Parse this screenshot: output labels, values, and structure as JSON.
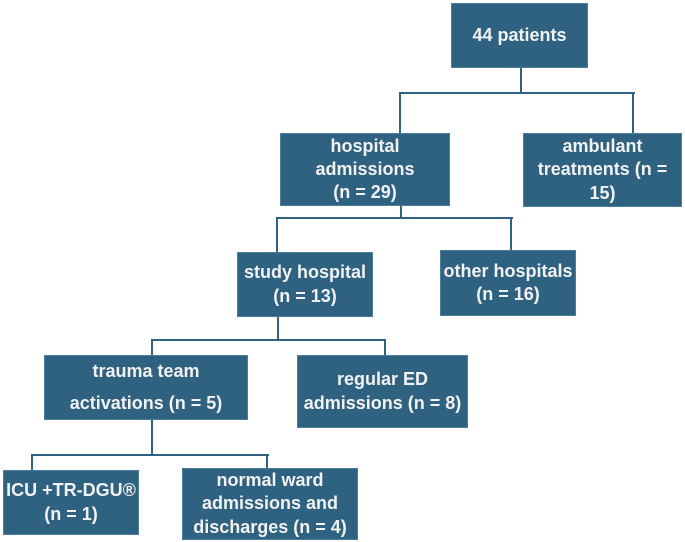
{
  "figure": {
    "type": "flowchart",
    "description": "Patient flow diagram",
    "colors": {
      "box_fill": "#2E6280",
      "box_border": "#4A7E9D",
      "connector": "#2E6280",
      "text": "#F2F2F2",
      "background": "#FFFFFF"
    },
    "nodes": [
      {
        "id": "patients-total",
        "label": "44 patients",
        "n": 44
      },
      {
        "id": "hospital-admissions",
        "label": "hospital admissions\n(n = 29)",
        "n": 29
      },
      {
        "id": "ambulant-treatments",
        "label": "ambulant\ntreatments (n = 15)",
        "n": 15
      },
      {
        "id": "study-hospital",
        "label": "study hospital\n(n = 13)",
        "n": 13
      },
      {
        "id": "other-hospitals",
        "label": "other hospitals\n(n = 16)",
        "n": 16
      },
      {
        "id": "trauma-team",
        "label": "trauma team\nactivations (n = 5)",
        "n": 5
      },
      {
        "id": "regular-ed",
        "label": "regular ED\nadmissions (n = 8)",
        "n": 8
      },
      {
        "id": "icu-tr-dgu",
        "label": "ICU +TR-DGU®\n(n = 1)",
        "n": 1
      },
      {
        "id": "normal-ward",
        "label": "normal ward\nadmissions and\ndischarges (n = 4)",
        "n": 4
      }
    ],
    "edges": [
      {
        "from": "patients-total",
        "to": "hospital-admissions"
      },
      {
        "from": "patients-total",
        "to": "ambulant-treatments"
      },
      {
        "from": "hospital-admissions",
        "to": "study-hospital"
      },
      {
        "from": "hospital-admissions",
        "to": "other-hospitals"
      },
      {
        "from": "study-hospital",
        "to": "trauma-team"
      },
      {
        "from": "study-hospital",
        "to": "regular-ed"
      },
      {
        "from": "trauma-team",
        "to": "icu-tr-dgu"
      },
      {
        "from": "trauma-team",
        "to": "normal-ward"
      }
    ]
  }
}
